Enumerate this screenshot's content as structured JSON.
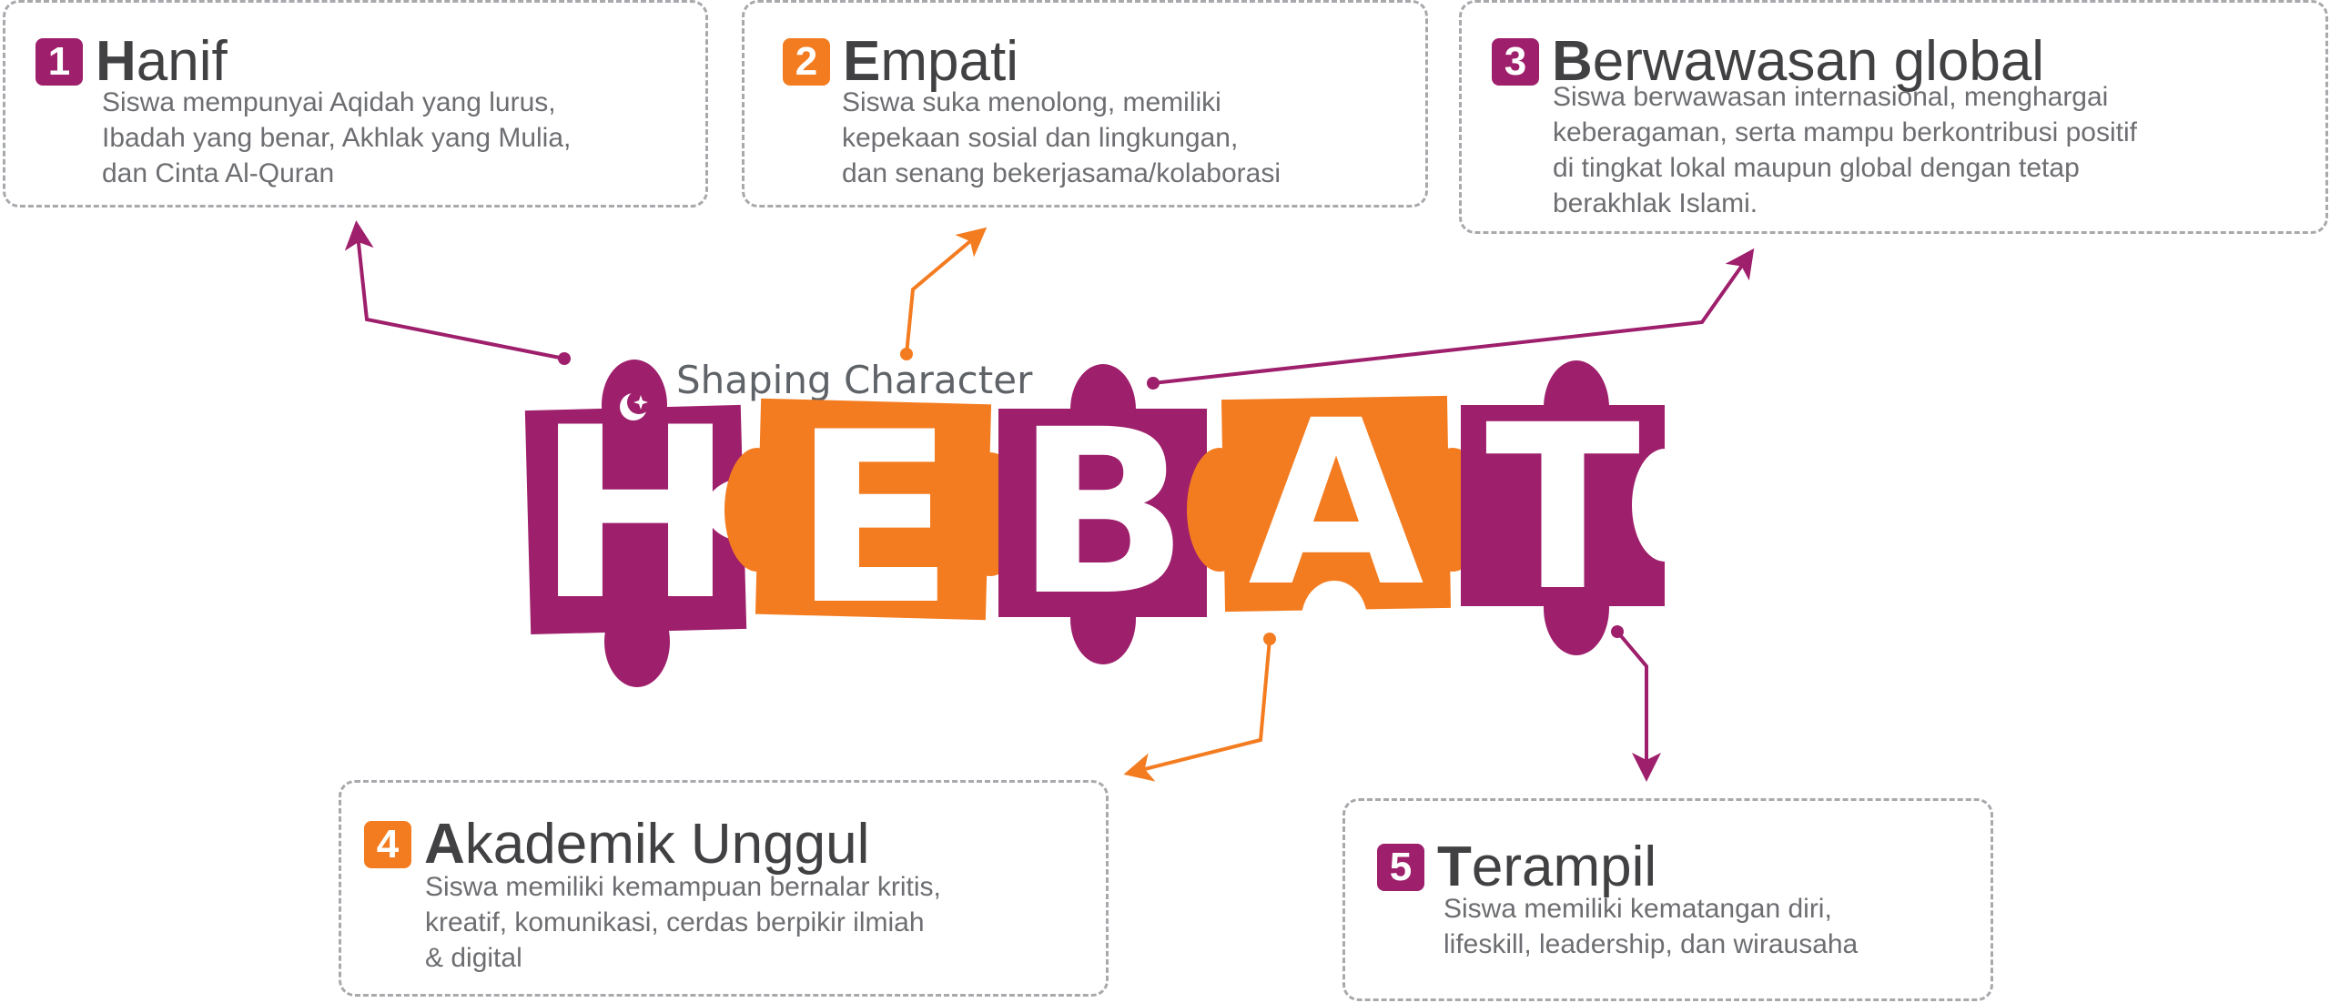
{
  "colors": {
    "purple": "#9e1f6b",
    "orange": "#f47c20",
    "title": "#414042",
    "text": "#6d6e71",
    "border": "#a7a9ac"
  },
  "logo": {
    "tagline": "Shaping Character",
    "letters": [
      "H",
      "E",
      "B",
      "A",
      "T"
    ]
  },
  "items": [
    {
      "num": "1",
      "initial": "H",
      "rest": "anif",
      "color": "purple",
      "lines": [
        "Siswa mempunyai Aqidah yang lurus,",
        "Ibadah yang benar, Akhlak yang Mulia,",
        "dan Cinta Al-Quran"
      ]
    },
    {
      "num": "2",
      "initial": "E",
      "rest": "mpati",
      "color": "orange",
      "lines": [
        "Siswa suka menolong, memiliki",
        "kepekaan sosial dan lingkungan,",
        "dan senang bekerjasama/kolaborasi"
      ]
    },
    {
      "num": "3",
      "initial": "B",
      "rest": "erwawasan global",
      "color": "purple",
      "lines": [
        "Siswa berwawasan internasional, menghargai",
        "keberagaman, serta mampu berkontribusi positif",
        "di tingkat lokal maupun global dengan tetap",
        "berakhlak Islami."
      ]
    },
    {
      "num": "4",
      "initial": "A",
      "rest": "kademik Unggul",
      "color": "orange",
      "lines": [
        "Siswa memiliki kemampuan bernalar kritis,",
        "kreatif, komunikasi, cerdas berpikir ilmiah",
        "& digital"
      ]
    },
    {
      "num": "5",
      "initial": "T",
      "rest": "erampil",
      "color": "purple",
      "lines": [
        "Siswa memiliki kematangan diri,",
        "lifeskill, leadership, dan  wirausaha"
      ]
    }
  ]
}
